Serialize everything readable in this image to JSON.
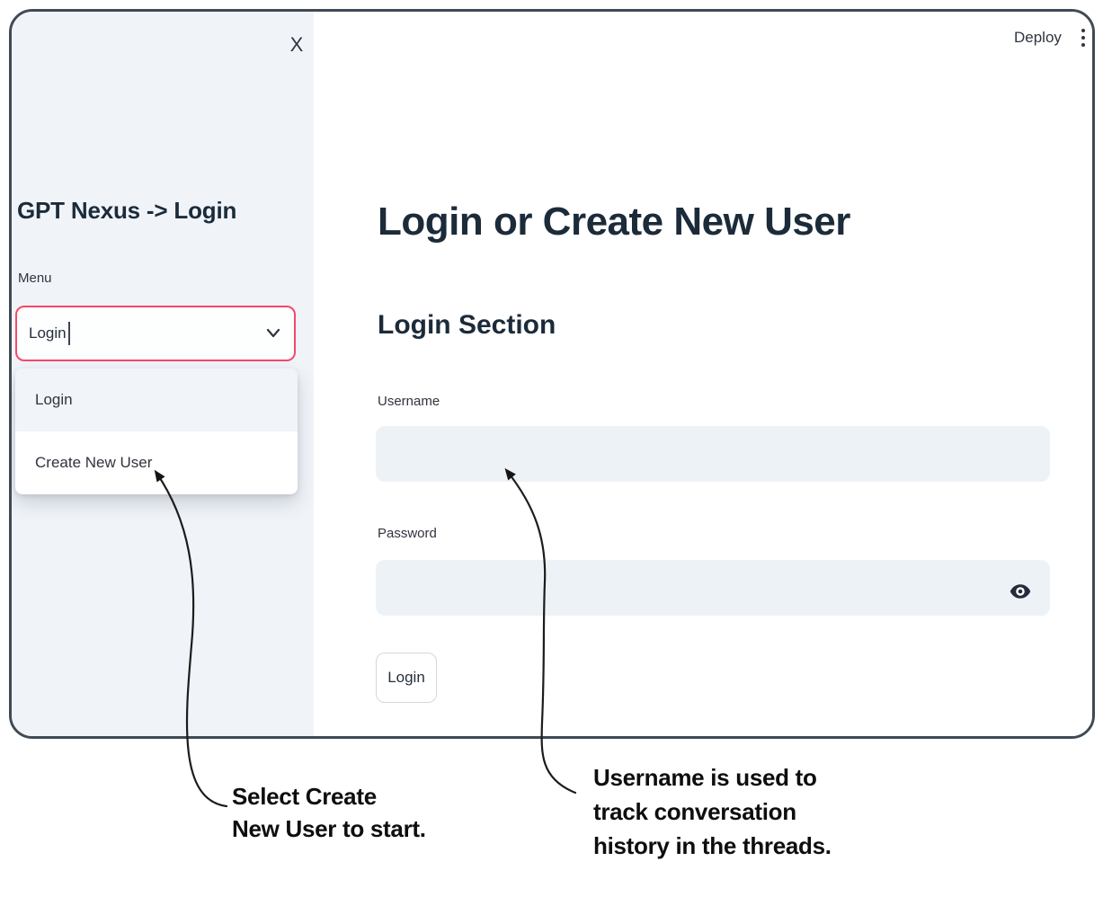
{
  "window": {
    "deploy_label": "Deploy",
    "overflow_menu_icon": "kebab-menu-icon"
  },
  "sidebar": {
    "close_icon": "X",
    "title": "GPT Nexus -> Login",
    "menu_label": "Menu",
    "select": {
      "value": "Login",
      "options": [
        "Login",
        "Create New User"
      ],
      "chevron_icon": "chevron-down-icon"
    }
  },
  "main": {
    "heading": "Login or Create New User",
    "section_heading": "Login Section",
    "username": {
      "label": "Username",
      "value": ""
    },
    "password": {
      "label": "Password",
      "value": "",
      "toggle_icon": "eye-icon"
    },
    "login_button_label": "Login"
  },
  "annotations": {
    "left_lines": [
      "Select Create",
      "New User to start."
    ],
    "right_lines": [
      "Username is used to",
      "track conversation",
      "history in the threads."
    ]
  },
  "colors": {
    "accent_select_border": "#f5486b",
    "frame_border": "#3f4a54",
    "sidebar_bg": "#f0f4f9",
    "input_bg": "#edf2f7",
    "heading_text": "#1c2b3a",
    "body_text": "#31333f",
    "annotation_text": "#0e0e0e"
  }
}
